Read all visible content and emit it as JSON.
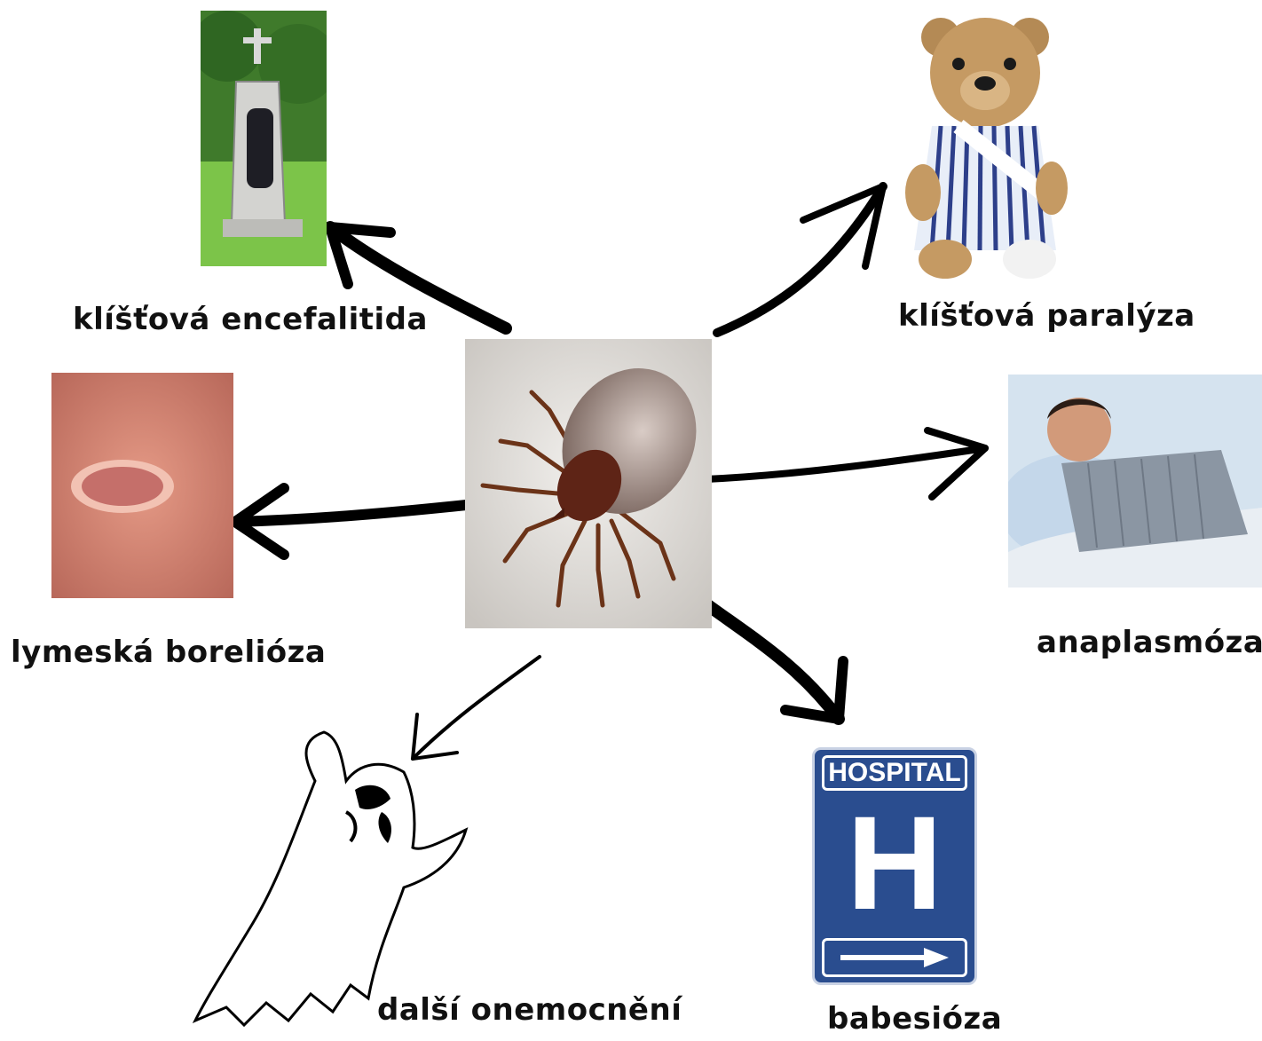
{
  "center": {
    "icon": "tick-photo"
  },
  "nodes": {
    "encephalitis": {
      "label": "klíšťová encefalitida",
      "icon": "gravestone-photo"
    },
    "paralysis": {
      "label": "klíšťová paralýza",
      "icon": "injured-teddy-bear"
    },
    "borreliosis": {
      "label": "lymeská borelióza",
      "icon": "erythema-rash-photo"
    },
    "anaplasmosis": {
      "label": "anaplasmóza",
      "icon": "sick-man-in-bed"
    },
    "other": {
      "label": "další onemocnění",
      "icon": "ghost-drawing"
    },
    "babesiosis": {
      "label": "babesióza",
      "icon": "hospital-sign"
    }
  },
  "hospital_sign": {
    "title": "HOSPITAL",
    "letter": "H"
  },
  "colors": {
    "arrow": "#000000",
    "hospital_blue": "#2a4d8f",
    "skin_rash": "#d9897a",
    "grass": "#5caa3a"
  }
}
